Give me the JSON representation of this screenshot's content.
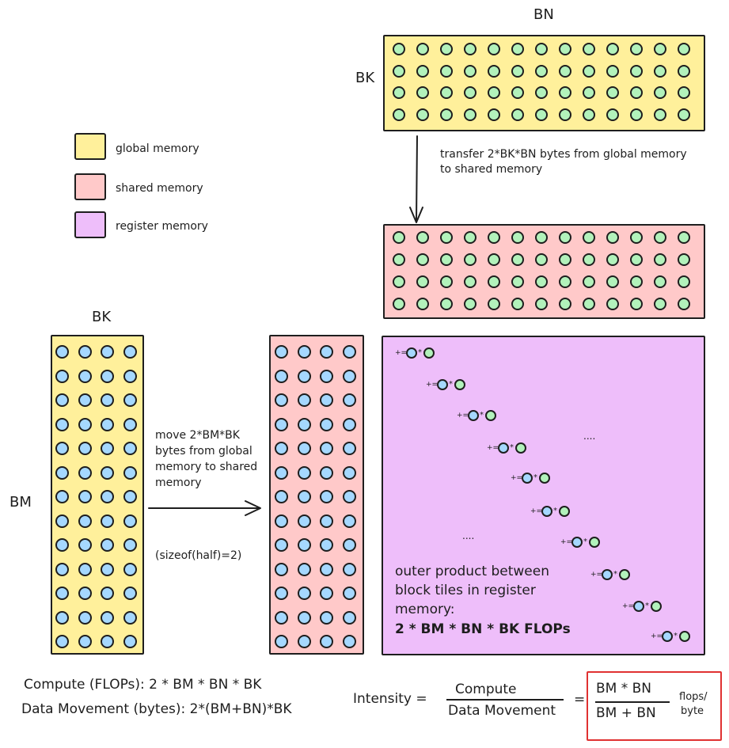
{
  "colors": {
    "global": "#fff09b",
    "shared": "#ffc9c9",
    "register": "#eebefa",
    "dot_green": "#b2f2bb",
    "dot_blue": "#a5d8ff",
    "stroke": "#1e1e1e",
    "highlight": "#e03131"
  },
  "legend": {
    "global": "global memory",
    "shared": "shared memory",
    "register": "register memory"
  },
  "top_tile": {
    "label_top": "BN",
    "label_left": "BK",
    "transfer_text_1": "transfer 2*BK*BN bytes from global memory",
    "transfer_text_2": "to shared memory"
  },
  "left_tile": {
    "label_top": "BK",
    "label_left": "BM",
    "move_text": [
      "move 2*BM*BK",
      "bytes from global",
      "memory to shared",
      "memory"
    ],
    "sizeof_text": "(sizeof(half)=2)"
  },
  "register_tile": {
    "ops": [
      "+=",
      "*"
    ],
    "ellipsis": "....",
    "desc": [
      "outer product between",
      "block tiles in register",
      "memory:",
      "2 * BM * BN * BK FLOPs"
    ]
  },
  "formulas": {
    "compute": "Compute (FLOPs): 2 * BM * BN * BK",
    "data_movement": "Data Movement (bytes): 2*(BM+BN)*BK",
    "intensity_label": "Intensity =",
    "frac1_num": "Compute",
    "frac1_den": "Data Movement",
    "equals": "=",
    "frac2_num": "BM * BN",
    "frac2_den": "BM + BN",
    "unit": [
      "flops/",
      "byte"
    ]
  }
}
